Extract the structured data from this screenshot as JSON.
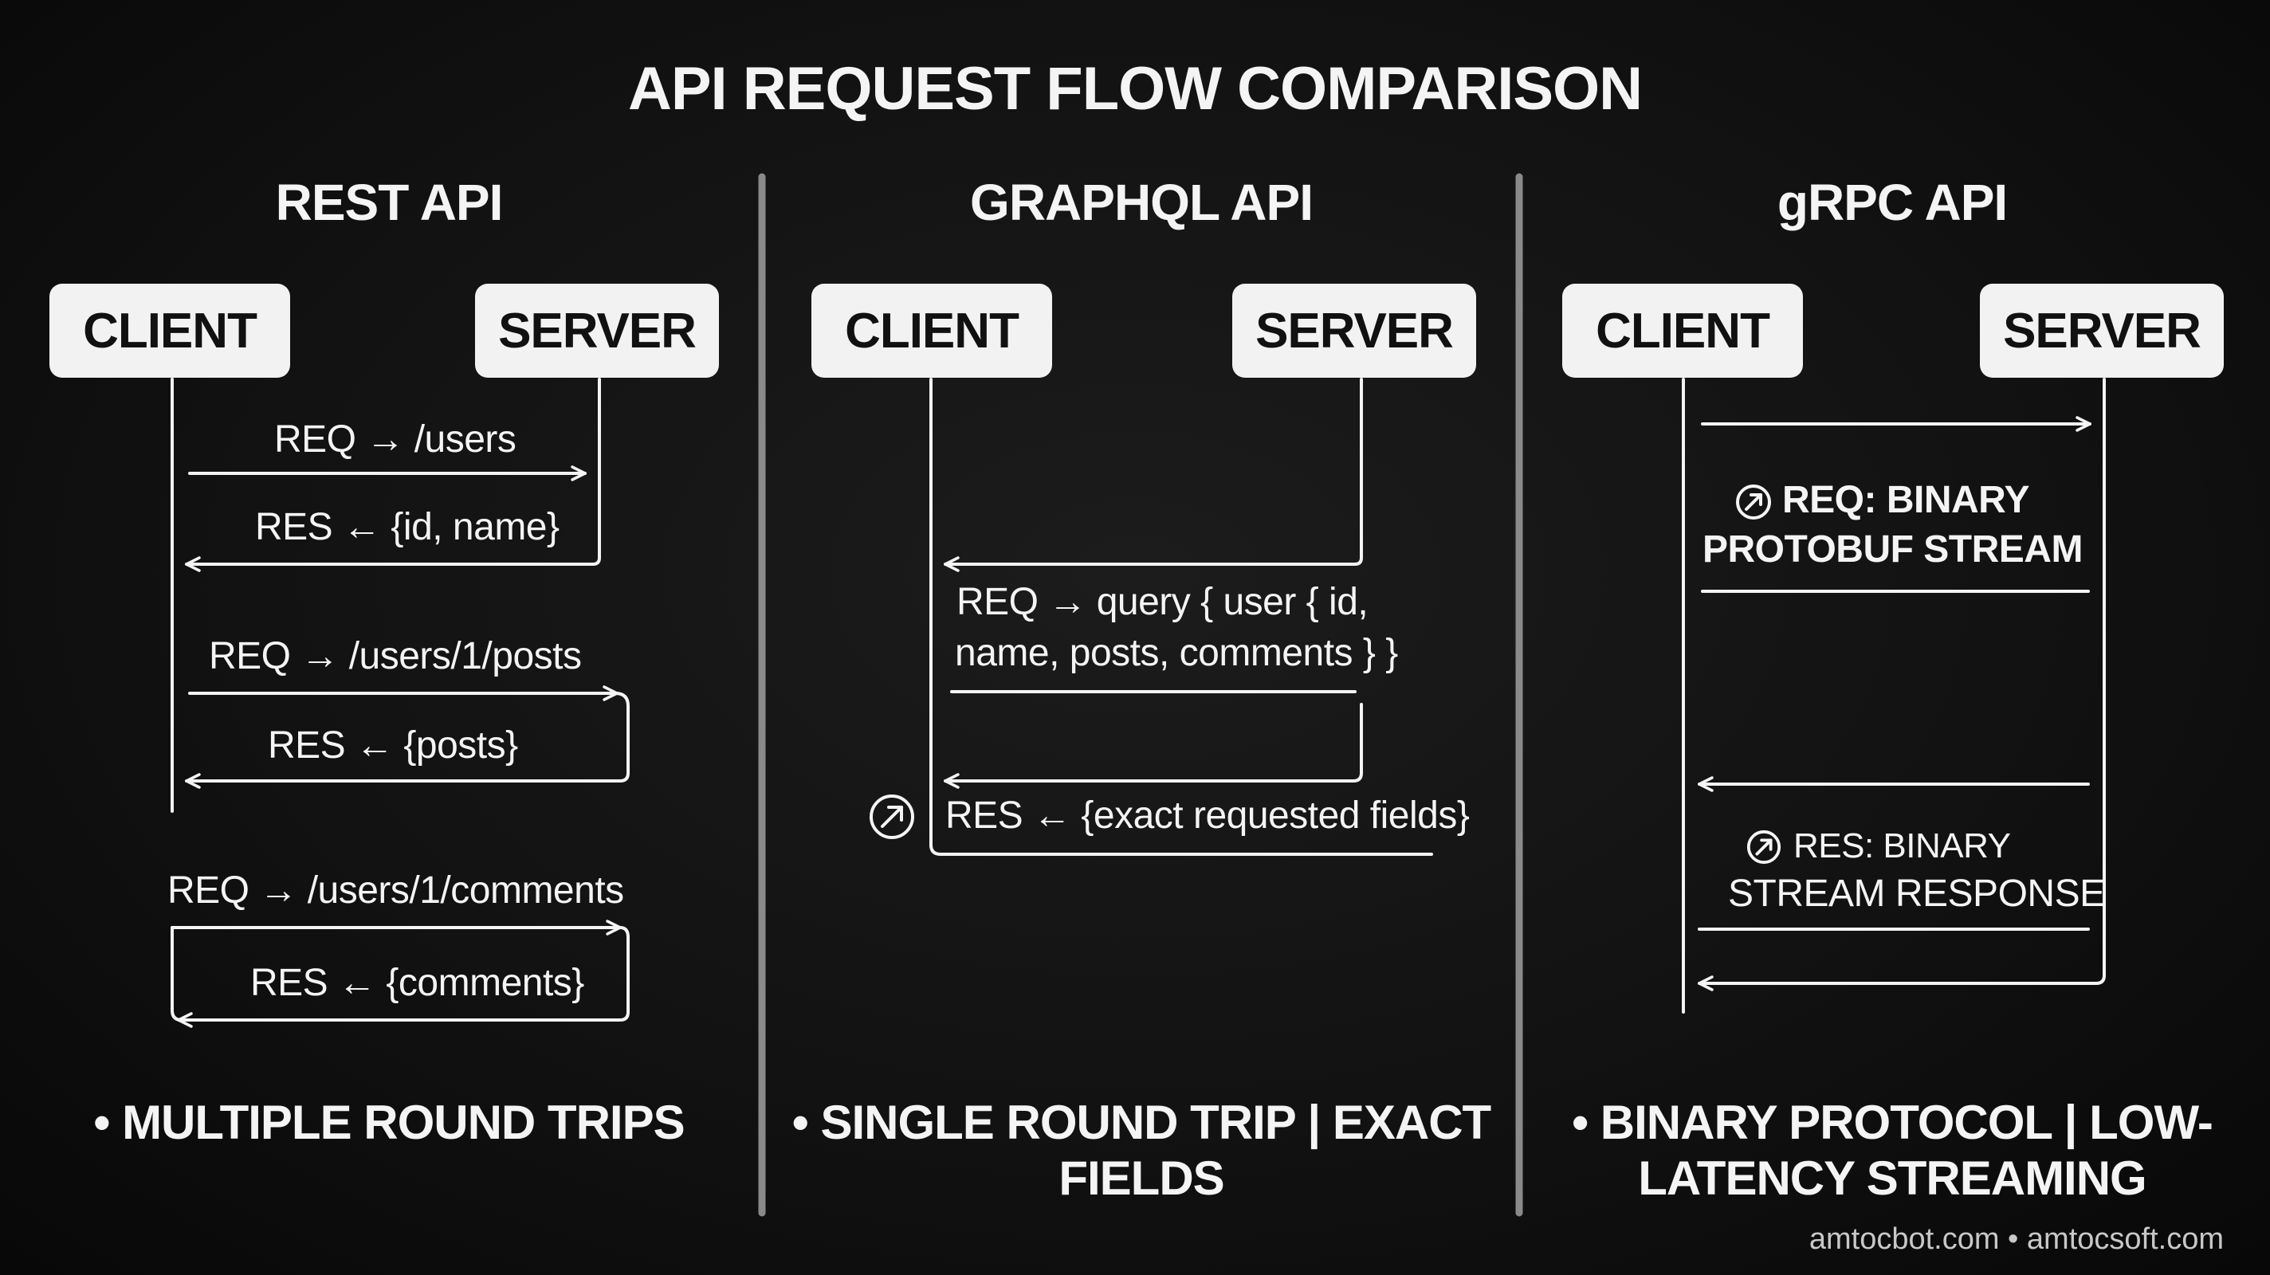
{
  "title": "API REQUEST FLOW COMPARISON",
  "columns": [
    {
      "name": "REST API",
      "client": "CLIENT",
      "server": "SERVER",
      "messages": [
        "REQ → /users",
        "RES ← {id, name}",
        "REQ → /users/1/posts",
        "RES ← {posts}",
        "REQ → /users/1/comments",
        "RES ← {comments}"
      ],
      "summary": "• MULTIPLE ROUND TRIPS"
    },
    {
      "name": "GRAPHQL API",
      "client": "CLIENT",
      "server": "SERVER",
      "messages": [
        "REQ → query { user { id,",
        "name, posts, comments } }",
        "RES ← {exact requested fields}"
      ],
      "summary": "• SINGLE ROUND TRIP | EXACT FIELDS"
    },
    {
      "name": "gRPC API",
      "client": "CLIENT",
      "server": "SERVER",
      "messages": [
        "REQ: BINARY",
        "PROTOBUF STREAM",
        "RES: BINARY",
        "STREAM RESPONSE"
      ],
      "summary": "• BINARY PROTOCOL | LOW-LATENCY STREAMING"
    }
  ],
  "footer": "amtocbot.com  •  amtocsoft.com",
  "colors": {
    "background": "#121212",
    "foreground": "#f4f4f4",
    "box_fill": "#f2f2f2",
    "box_text": "#111111",
    "divider": "#8a8a8a"
  },
  "icons": [
    "diagonal-arrow-circle-icon"
  ]
}
